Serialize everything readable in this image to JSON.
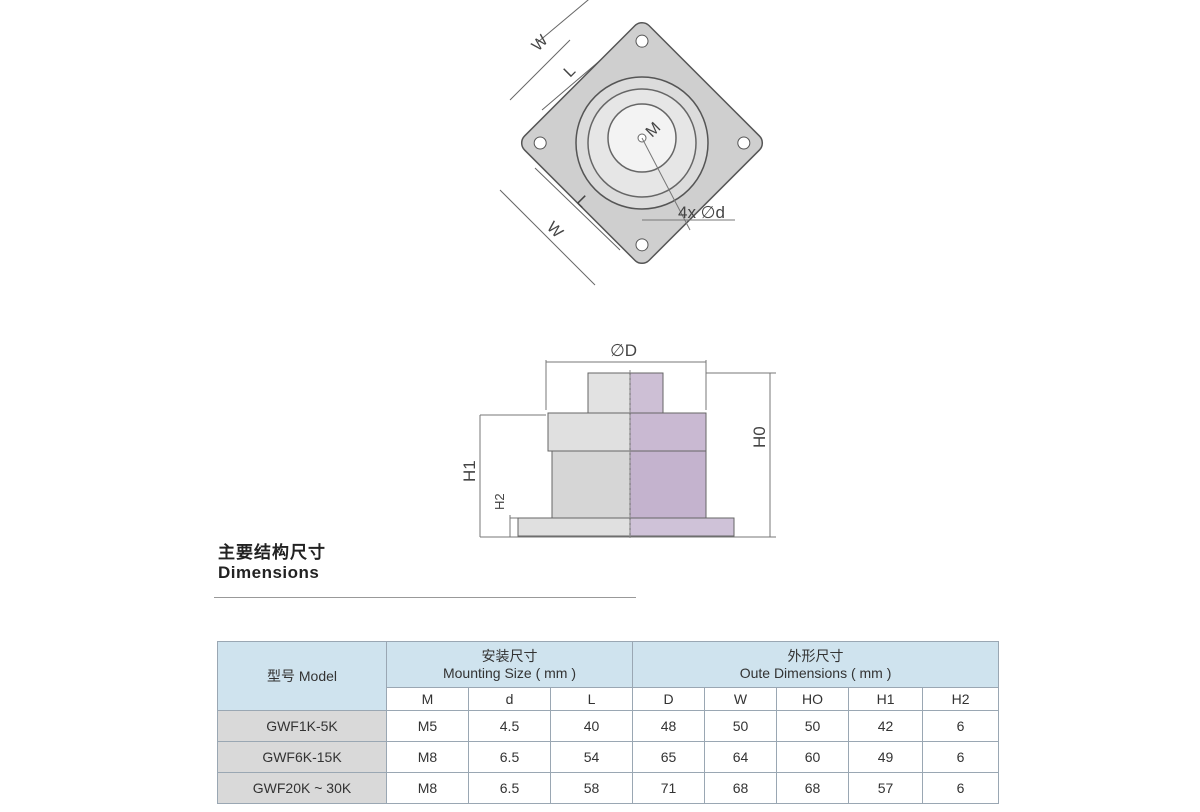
{
  "drawing_top": {
    "labels": {
      "w": "W",
      "l": "L",
      "m": "M",
      "holes": "4x ∅d"
    }
  },
  "drawing_side": {
    "labels": {
      "d": "∅D",
      "h0": "H0",
      "h1": "H1",
      "h2": "H2"
    }
  },
  "section": {
    "title_cn": "主要结构尺寸",
    "title_en": "Dimensions"
  },
  "table": {
    "model_header": "型号 Model",
    "group1": {
      "cn": "安装尺寸",
      "en": "Mounting Size ( mm )"
    },
    "group2": {
      "cn": "外形尺寸",
      "en": "Oute Dimensions ( mm )"
    },
    "columns": [
      "M",
      "d",
      "L",
      "D",
      "W",
      "HO",
      "H1",
      "H2"
    ],
    "rows": [
      {
        "model": "GWF1K-5K",
        "cells": [
          "M5",
          "4.5",
          "40",
          "48",
          "50",
          "50",
          "42",
          "6"
        ]
      },
      {
        "model": "GWF6K-15K",
        "cells": [
          "M8",
          "6.5",
          "54",
          "65",
          "64",
          "60",
          "49",
          "6"
        ]
      },
      {
        "model": "GWF20K ~ 30K",
        "cells": [
          "M8",
          "6.5",
          "58",
          "71",
          "68",
          "68",
          "57",
          "6"
        ]
      }
    ]
  },
  "colors": {
    "header_bg": "#cfe3ee",
    "model_bg": "#d9d9d9",
    "part_grey": "#d2d2d2",
    "part_purple": "#cdbfd5"
  }
}
